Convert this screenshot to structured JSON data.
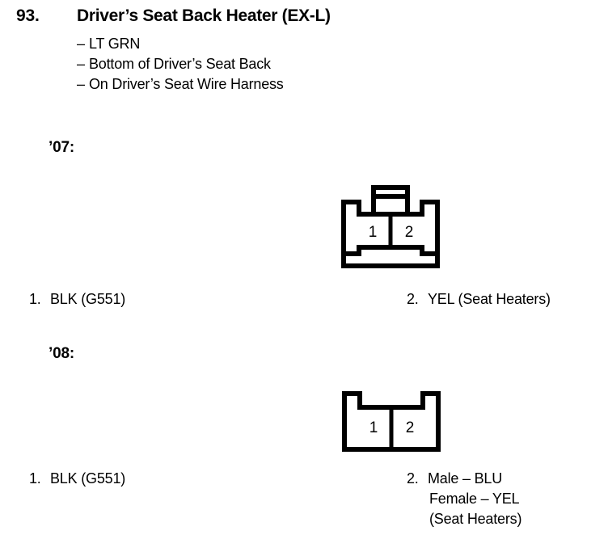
{
  "header": {
    "entry_number": "93.",
    "title": "Driver’s Seat Back Heater (EX-L)",
    "bullets": [
      "LT GRN",
      "Bottom of Driver’s Seat Back",
      "On Driver’s Seat Wire Harness"
    ],
    "bullet_dash": "–"
  },
  "sections": [
    {
      "year_label": "’07:",
      "connector": {
        "type": "2-cavity-with-top-latch-tab",
        "cavity_labels": [
          "1",
          "2"
        ],
        "cavity_count": 2
      },
      "legend_left": {
        "number": "1.",
        "text": "BLK (G551)"
      },
      "legend_right": {
        "number": "2.",
        "lines": [
          "YEL (Seat Heaters)"
        ]
      }
    },
    {
      "year_label": "’08:",
      "connector": {
        "type": "2-cavity-open-box",
        "cavity_labels": [
          "1",
          "2"
        ],
        "cavity_count": 2
      },
      "legend_left": {
        "number": "1.",
        "text": "BLK (G551)"
      },
      "legend_right": {
        "number": "2.",
        "lines": [
          "Male – BLU",
          "Female – YEL",
          "(Seat Heaters)"
        ]
      }
    }
  ],
  "colors": {
    "ink": "#000000",
    "paper": "#ffffff"
  }
}
